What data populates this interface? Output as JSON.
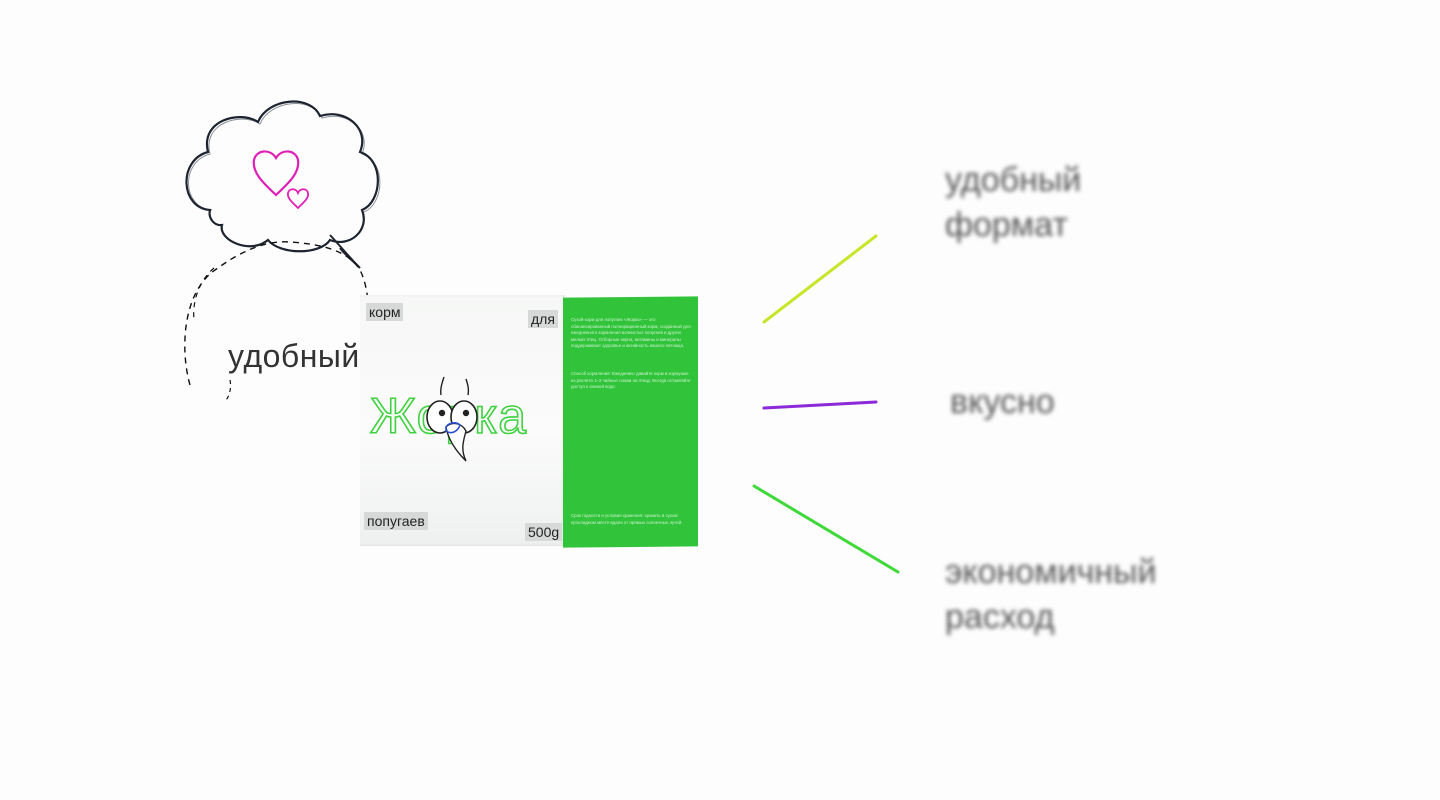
{
  "bubble": {
    "word": "удобный",
    "heart_color": "#e01fb5",
    "outline_color": "#1d2430"
  },
  "box": {
    "tag_top_left": "корм",
    "tag_top_right": "для",
    "tag_bottom_left": "попугаев",
    "weight": "500g",
    "brand": "Жорка",
    "brand_color": "#3ed23f",
    "side_color": "#31c43a",
    "side_paragraph_1": "Сухой корм для попугаев «Жорка» — это сбалансированный полнорационный корм, созданный для ежедневного кормления волнистых попугаев и других мелких птиц. Отборные зёрна, витамины и минералы поддерживают здоровье и активность вашего питомца.",
    "side_paragraph_2": "Способ кормления: Ежедневно давайте корм в кормушке из расчёта 1–2 чайные ложки на птицу. Всегда оставляйте доступ к свежей воде.",
    "side_paragraph_3": "Срок годности и условия хранения: хранить в сухом прохладном месте вдали от прямых солнечных лучей."
  },
  "features": [
    {
      "text": "удобный\nформат",
      "line_color": "#c8e629"
    },
    {
      "text": "вкусно",
      "line_color": "#8b2ad8"
    },
    {
      "text": "экономичный\nрасход",
      "line_color": "#3fd93a"
    }
  ]
}
